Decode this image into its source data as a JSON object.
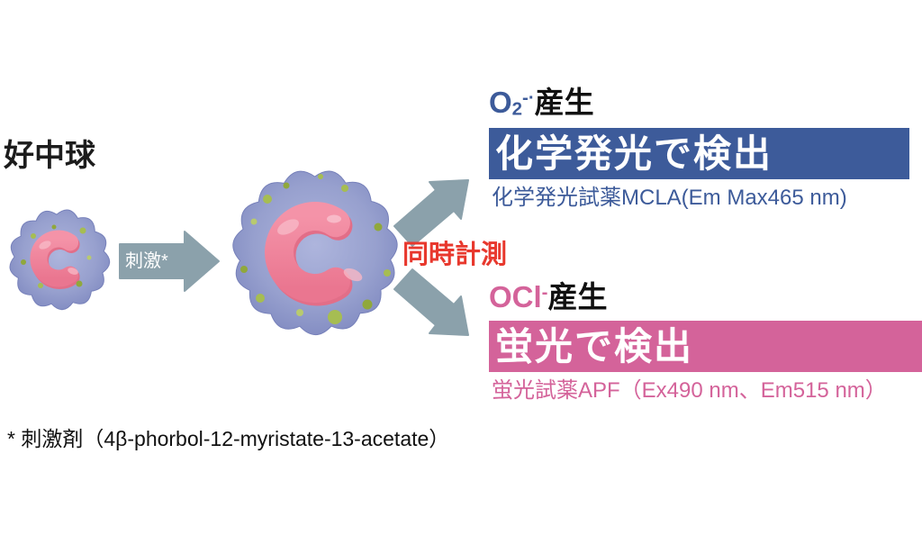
{
  "labels": {
    "neutrophil": "好中球",
    "stimulation": "刺激*",
    "simultaneous_measurement": "同時計測",
    "footnote": "* 刺激剤（4β-phorbol-12-myristate-13-acetate）"
  },
  "superoxide": {
    "element": "O",
    "subscript": "2",
    "superscript": "-·",
    "production_label": "産生",
    "banner_label": "化学発光で検出",
    "reagent_label": "化学発光試薬MCLA(Em Max465 nm)"
  },
  "hypochlorite": {
    "formula": "OCl",
    "superscript": "-",
    "production_label": "産生",
    "banner_label": "蛍光で検出",
    "reagent_label": "蛍光試薬APF（Ex490 nm、Em515 nm）"
  },
  "colors": {
    "blue": "#3d5b9a",
    "pink": "#d4639a",
    "red": "#e8382d",
    "arrow": "#8ba1ab"
  }
}
